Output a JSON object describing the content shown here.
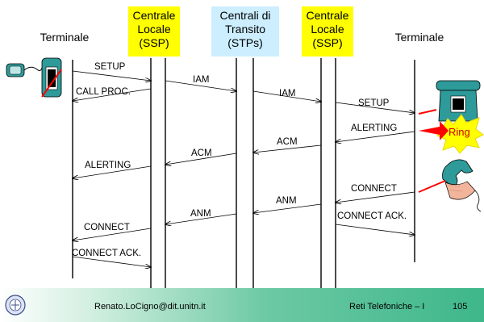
{
  "entities": {
    "terminal_left": "Terminale",
    "ssp_left": [
      "Centrale",
      "Locale",
      "(SSP)"
    ],
    "stp": [
      "Centrali di",
      "Transito",
      "(STPs)"
    ],
    "ssp_right": [
      "Centrale",
      "Locale",
      "(SSP)"
    ],
    "terminal_right": "Terminale"
  },
  "colors": {
    "ssp": "#ffff00",
    "stp": "#cceeff",
    "footer_accent": "#3eb78a",
    "ring": "#ffff00",
    "red": "#ff0000",
    "phone": "#2e9a9a"
  },
  "messages": [
    "SETUP",
    "IAM",
    "IAM",
    "SETUP",
    "CALL PROC.",
    "ALERTING",
    "ACM",
    "ACM",
    "ALERTING",
    "CONNECT",
    "ANM",
    "ANM",
    "CONNECT ACK.",
    "CONNECT",
    "CONNECT ACK."
  ],
  "ring_label": "Ring",
  "footer": {
    "email": "Renato.LoCigno@dit.unitn.it",
    "course": "Reti Telefoniche – I",
    "page": "105"
  },
  "icons": [
    "caller-phone-icon",
    "ringing-phone-icon",
    "answering-handset-icon",
    "university-logo-icon"
  ]
}
